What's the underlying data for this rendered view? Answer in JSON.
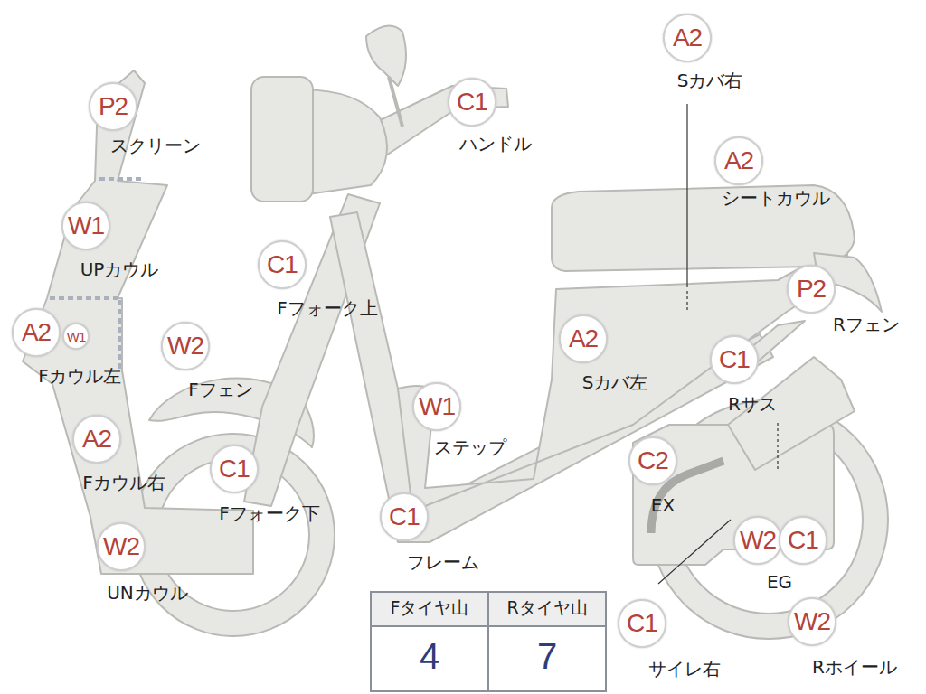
{
  "diagram": {
    "nodes": [
      {
        "text": [
          "P2",
          "スクリーン"
        ]
      },
      {
        "text": [
          "W1",
          "UPカウル"
        ]
      },
      {
        "text": [
          "A2",
          "Fカウル左"
        ]
      },
      {
        "text": [
          "W1"
        ]
      },
      {
        "text": [
          "A2",
          "Fカウル右"
        ]
      },
      {
        "text": [
          "W2",
          "UNカウル"
        ]
      },
      {
        "text": [
          "C1",
          "ハンドル"
        ]
      },
      {
        "text": [
          "C1",
          "Fフォーク上"
        ]
      },
      {
        "text": [
          "W2",
          "Fフェン"
        ]
      },
      {
        "text": [
          "C1",
          "Fフォーク下"
        ]
      },
      {
        "text": [
          "W1",
          "ステップ"
        ]
      },
      {
        "text": [
          "C1",
          "フレーム"
        ]
      },
      {
        "text": [
          "A2",
          "Sカバ右"
        ]
      },
      {
        "text": [
          "A2",
          "シートカウル"
        ]
      },
      {
        "text": [
          "P2",
          "Rフェン"
        ]
      },
      {
        "text": [
          "A2",
          "Sカバ左"
        ]
      },
      {
        "text": [
          "C1",
          "Rサス"
        ]
      },
      {
        "text": [
          "C2",
          "EX"
        ]
      },
      {
        "text": [
          "W2"
        ]
      },
      {
        "text": [
          "C1"
        ]
      },
      {
        "text": [
          "W2",
          "Rホイール"
        ]
      },
      {
        "text": [
          "C1",
          "サイレ右"
        ]
      }
    ],
    "labels": [
      "EG",
      "Fタイヤ山",
      "Rタイヤ山",
      "4",
      "7"
    ]
  }
}
